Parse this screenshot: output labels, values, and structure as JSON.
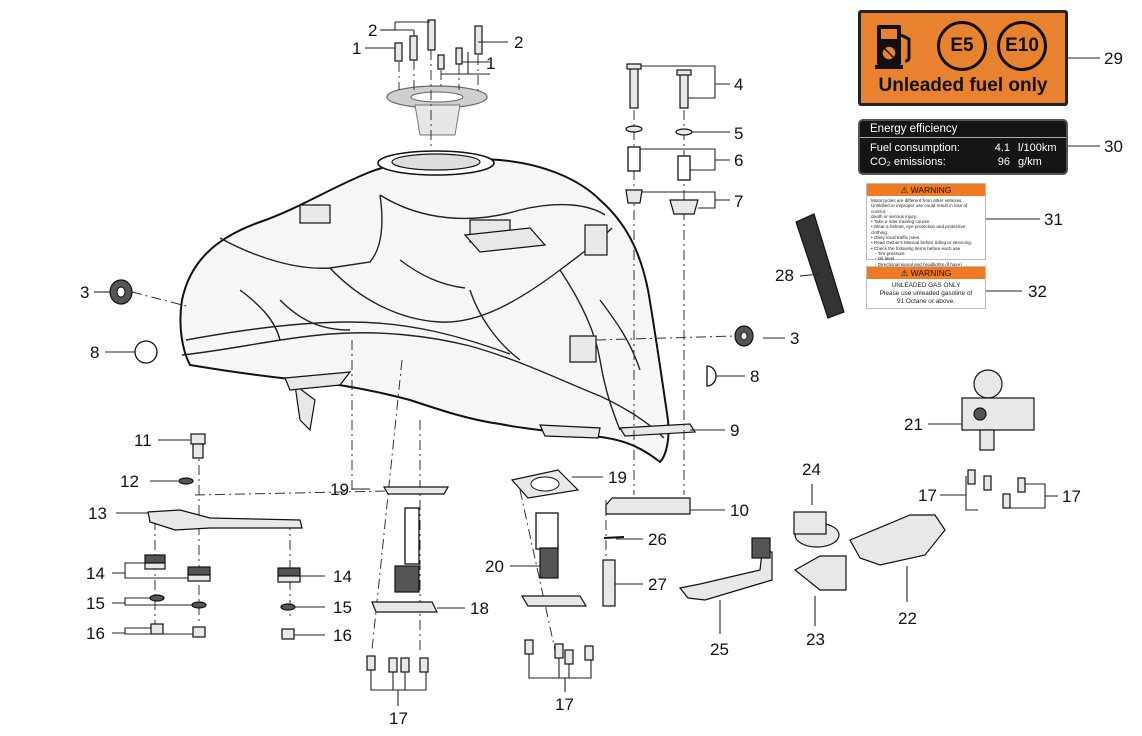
{
  "callouts": {
    "c1": "1",
    "c2": "2",
    "c3": "3",
    "c4": "4",
    "c5": "5",
    "c6": "6",
    "c7": "7",
    "c8": "8",
    "c9": "9",
    "c10": "10",
    "c11": "11",
    "c12": "12",
    "c13": "13",
    "c14": "14",
    "c15": "15",
    "c16": "16",
    "c17": "17",
    "c18": "18",
    "c19": "19",
    "c20": "20",
    "c21": "21",
    "c22": "22",
    "c23": "23",
    "c24": "24",
    "c25": "25",
    "c26": "26",
    "c27": "27",
    "c28": "28",
    "c29": "29",
    "c30": "30",
    "c31": "31",
    "c32": "32"
  },
  "sticker_29": {
    "badge_e5": "E5",
    "badge_e10": "E10",
    "text": "Unleaded fuel only",
    "icon": "fuel-pump-icon",
    "color": "#e8822e"
  },
  "label_30": {
    "heading": "Energy efficiency",
    "rows": [
      {
        "name": "Fuel consumption:",
        "value": "4.1",
        "unit": "l/100km"
      },
      {
        "name": "CO₂ emissions:",
        "value": "96",
        "unit": "g/km"
      }
    ]
  },
  "warning_31": {
    "header": "⚠ WARNING",
    "lines": [
      "Motorcycles are different from other vehicles.",
      "Unskilled or improper use could result in loss of control,",
      "death or serious injury.",
      "• Take a rider training course.",
      "• Wear a helmet, eye protection and protective clothing.",
      "• Obey local traffic rules.",
      "• Read Owner's Manual before riding or servicing.",
      "• Check the following items before each use",
      "  - Tire pressure",
      "  - Oil level",
      "  - Directional signal and headlights (if have)"
    ],
    "color": "#ef7a23"
  },
  "warning_32": {
    "header": "⚠ WARNING",
    "lines": [
      "UNLEADED GAS ONLY",
      "Please use unleaded gasoline of",
      "91 Octane or above."
    ]
  }
}
